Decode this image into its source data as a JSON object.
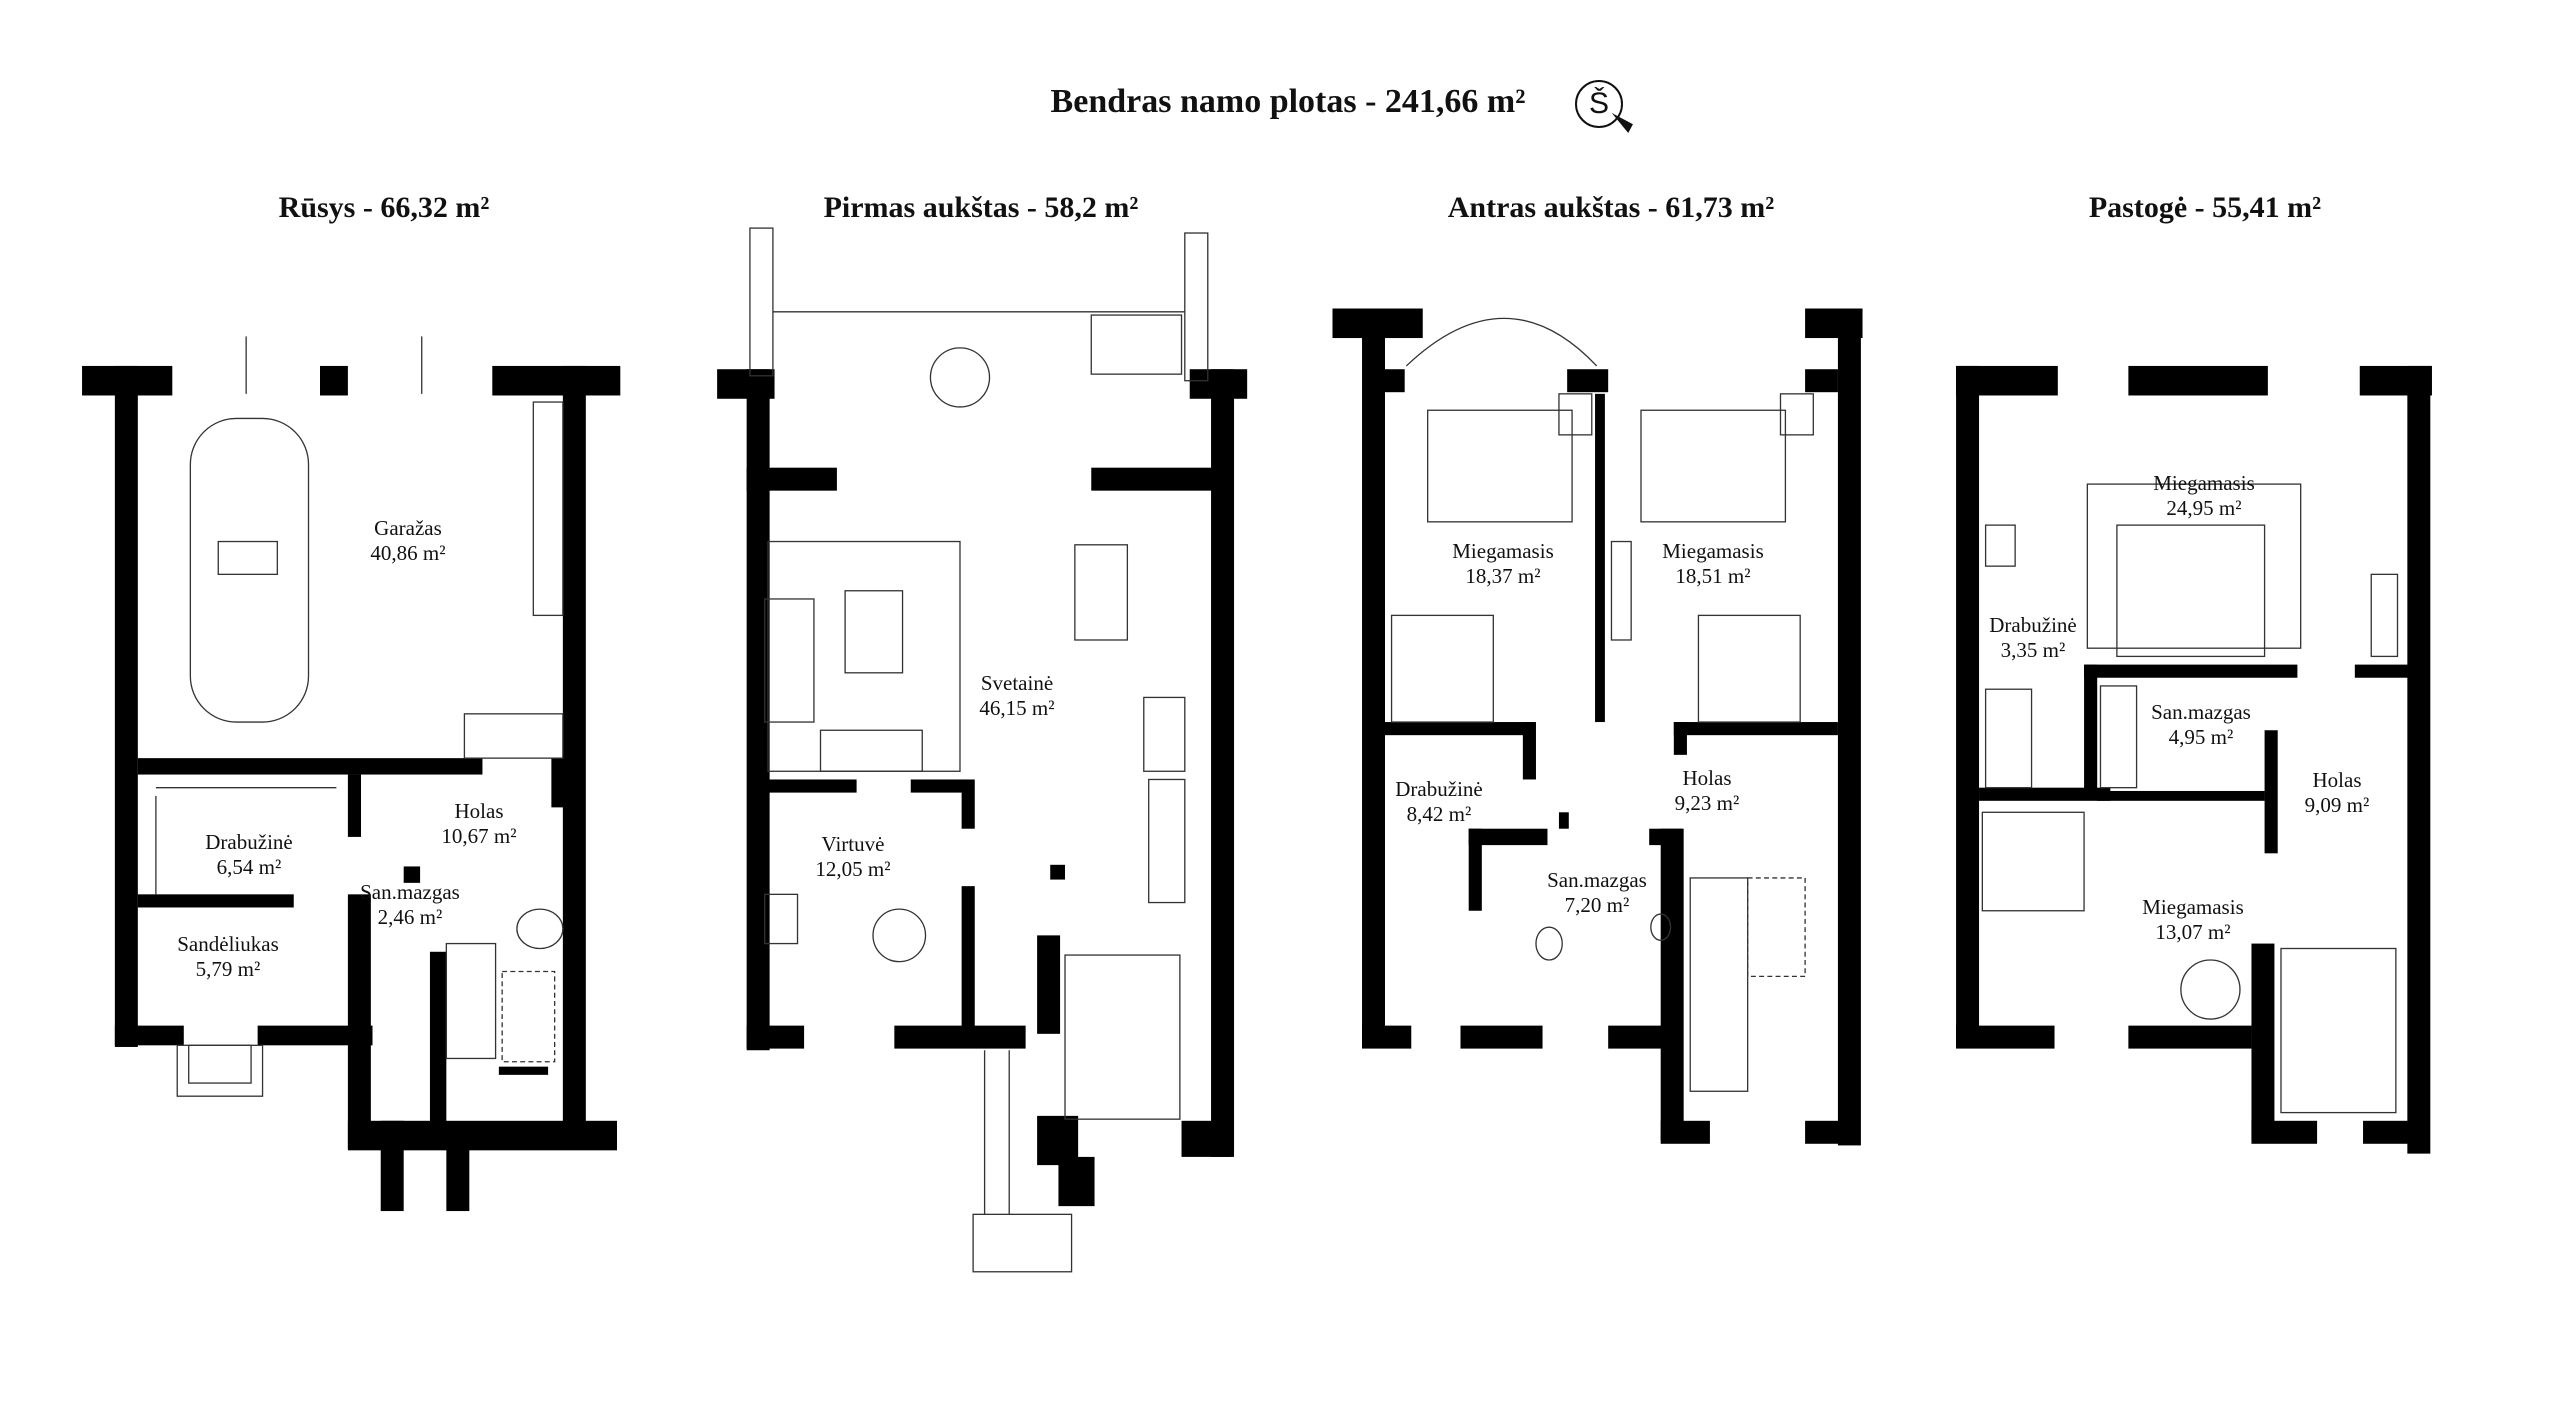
{
  "title": "Bendras namo plotas - 241,66  m²",
  "compass_label": "Š",
  "accent_color": "#000000",
  "floors": [
    {
      "title": "Rūsys - 66,32 m²",
      "rooms": [
        {
          "name": "Garažas",
          "area": "40,86 m²"
        },
        {
          "name": "Drabužinė",
          "area": "6,54 m²"
        },
        {
          "name": "Sandėliukas",
          "area": "5,79 m²"
        },
        {
          "name": "Holas",
          "area": "10,67 m²"
        },
        {
          "name": "San.mazgas",
          "area": "2,46 m²"
        }
      ]
    },
    {
      "title": "Pirmas aukštas - 58,2 m²",
      "rooms": [
        {
          "name": "Svetainė",
          "area": "46,15 m²"
        },
        {
          "name": "Virtuvė",
          "area": "12,05 m²"
        }
      ]
    },
    {
      "title": "Antras aukštas - 61,73 m²",
      "rooms": [
        {
          "name": "Miegamasis",
          "area": "18,37 m²"
        },
        {
          "name": "Miegamasis",
          "area": "18,51 m²"
        },
        {
          "name": "Holas",
          "area": "9,23 m²"
        },
        {
          "name": "Drabužinė",
          "area": "8,42 m²"
        },
        {
          "name": "San.mazgas",
          "area": "7,20 m²"
        }
      ]
    },
    {
      "title": "Pastogė - 55,41 m²",
      "rooms": [
        {
          "name": "Miegamasis",
          "area": "24,95 m²"
        },
        {
          "name": "Drabužinė",
          "area": "3,35 m²"
        },
        {
          "name": "San.mazgas",
          "area": "4,95 m²"
        },
        {
          "name": "Holas",
          "area": "9,09 m²"
        },
        {
          "name": "Miegamasis",
          "area": "13,07 m²"
        }
      ]
    }
  ]
}
